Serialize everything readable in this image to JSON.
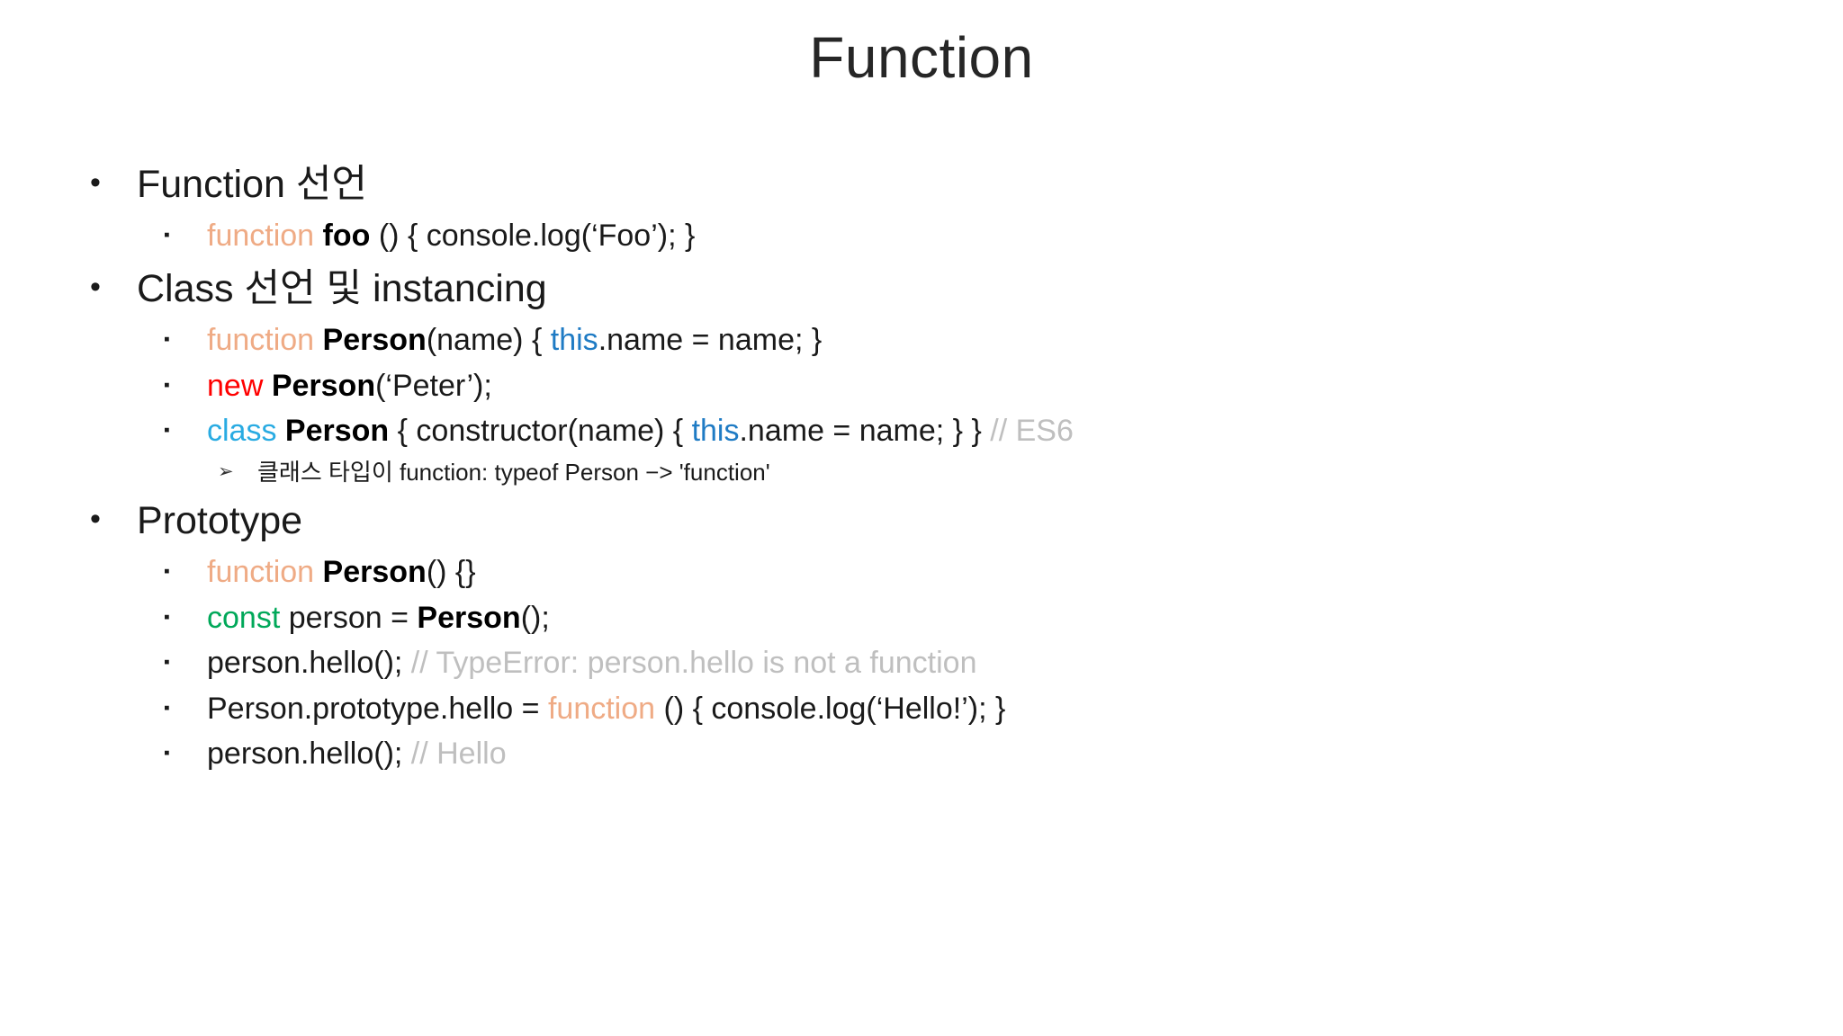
{
  "slide": {
    "title": "Function",
    "background_color": "#ffffff",
    "text_color": "#1a1a1a"
  },
  "colors": {
    "keyword_function": "#efab85",
    "keyword_new": "#ff0000",
    "keyword_class": "#29abe2",
    "keyword_this": "#1f7bc4",
    "keyword_const": "#00a859",
    "comment": "#bfbfbf",
    "identifier_bold": "#000000"
  },
  "bullets": {
    "level1_marker": "•",
    "level2_marker": "▪",
    "level3_marker": "➢"
  },
  "sections": [
    {
      "heading": "Function 선언",
      "lines": [
        {
          "parts": [
            {
              "text": "function",
              "style": "kw-function"
            },
            {
              "text": " ",
              "style": "plain"
            },
            {
              "text": "foo",
              "style": "bold"
            },
            {
              "text": " () { console.log(‘Foo’); }",
              "style": "plain"
            }
          ]
        }
      ]
    },
    {
      "heading": "Class 선언 및 instancing",
      "lines": [
        {
          "parts": [
            {
              "text": "function",
              "style": "kw-function"
            },
            {
              "text": " ",
              "style": "plain"
            },
            {
              "text": "Person",
              "style": "bold"
            },
            {
              "text": "(name) { ",
              "style": "plain"
            },
            {
              "text": "this",
              "style": "kw-this"
            },
            {
              "text": ".name = name; }",
              "style": "plain"
            }
          ]
        },
        {
          "parts": [
            {
              "text": "new",
              "style": "kw-new"
            },
            {
              "text": " ",
              "style": "plain"
            },
            {
              "text": "Person",
              "style": "bold"
            },
            {
              "text": "(‘Peter’);",
              "style": "plain"
            }
          ]
        },
        {
          "parts": [
            {
              "text": "class",
              "style": "kw-class"
            },
            {
              "text": " ",
              "style": "plain"
            },
            {
              "text": "Person",
              "style": "bold"
            },
            {
              "text": " { constructor(name) { ",
              "style": "plain"
            },
            {
              "text": "this",
              "style": "kw-this"
            },
            {
              "text": ".name = name; } } ",
              "style": "plain"
            },
            {
              "text": "// ES6",
              "style": "comment"
            }
          ],
          "sub": [
            {
              "parts": [
                {
                  "text": "클래스 타입이 function: typeof Person −> 'function'",
                  "style": "plain"
                }
              ]
            }
          ]
        }
      ]
    },
    {
      "heading": "Prototype",
      "lines": [
        {
          "parts": [
            {
              "text": "function",
              "style": "kw-function"
            },
            {
              "text": " ",
              "style": "plain"
            },
            {
              "text": "Person",
              "style": "bold"
            },
            {
              "text": "() {}",
              "style": "plain"
            }
          ]
        },
        {
          "parts": [
            {
              "text": "const",
              "style": "kw-const"
            },
            {
              "text": " person = ",
              "style": "plain"
            },
            {
              "text": "Person",
              "style": "bold"
            },
            {
              "text": "();",
              "style": "plain"
            }
          ]
        },
        {
          "parts": [
            {
              "text": "person.hello(); ",
              "style": "plain"
            },
            {
              "text": "// TypeError: person.hello is not a function",
              "style": "comment"
            }
          ]
        },
        {
          "parts": [
            {
              "text": "Person.prototype.hello = ",
              "style": "plain"
            },
            {
              "text": "function",
              "style": "kw-function"
            },
            {
              "text": " () { console.log(‘Hello!’); }",
              "style": "plain"
            }
          ]
        },
        {
          "parts": [
            {
              "text": "person.hello(); ",
              "style": "plain"
            },
            {
              "text": "// Hello",
              "style": "comment"
            }
          ]
        }
      ]
    }
  ]
}
